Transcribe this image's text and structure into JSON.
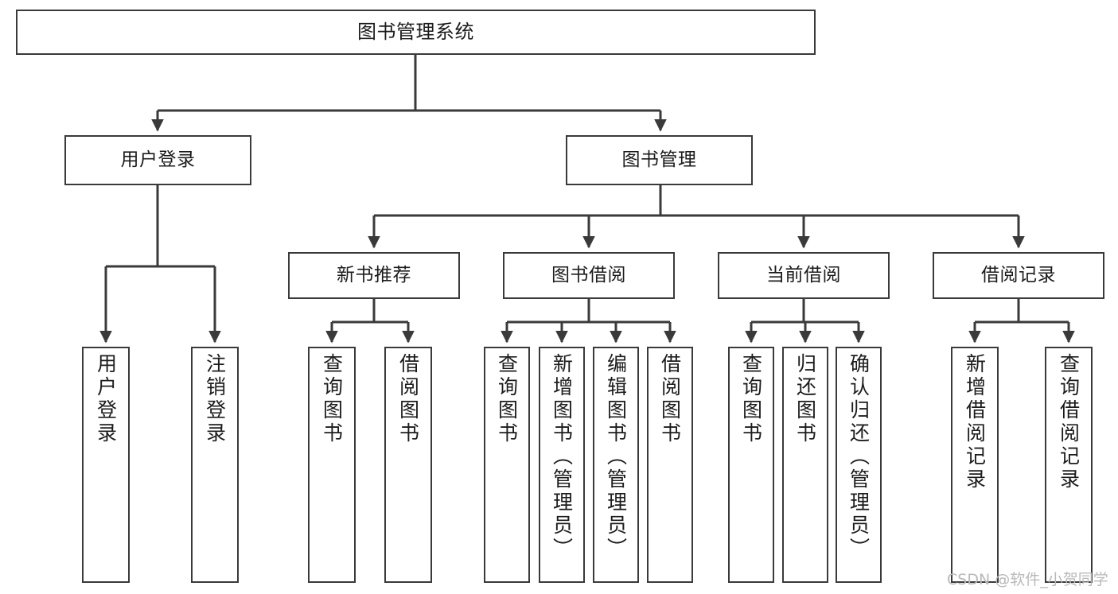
{
  "diagram": {
    "title_node": {
      "label": "图书管理系统"
    },
    "level2": [
      {
        "id": "user-login",
        "label": "用户登录"
      },
      {
        "id": "book-management",
        "label": "图书管理"
      }
    ],
    "level3": [
      {
        "id": "new-book-recommend",
        "label": "新书推荐"
      },
      {
        "id": "book-borrow",
        "label": "图书借阅"
      },
      {
        "id": "current-borrow",
        "label": "当前借阅"
      },
      {
        "id": "borrow-record",
        "label": "借阅记录"
      }
    ],
    "leaves": {
      "user_login": [
        {
          "id": "leaf-user-login",
          "label": "用户登录"
        },
        {
          "id": "leaf-logout-login",
          "label": "注销登录"
        }
      ],
      "new_book_recommend": [
        {
          "id": "leaf-query-book-1",
          "label": "查询图书"
        },
        {
          "id": "leaf-borrow-book-1",
          "label": "借阅图书"
        }
      ],
      "book_borrow": [
        {
          "id": "leaf-query-book-2",
          "label": "查询图书"
        },
        {
          "id": "leaf-add-book",
          "label": "新增图书（管理员）"
        },
        {
          "id": "leaf-edit-book",
          "label": "编辑图书（管理员）"
        },
        {
          "id": "leaf-borrow-book-2",
          "label": "借阅图书"
        }
      ],
      "current_borrow": [
        {
          "id": "leaf-query-book-3",
          "label": "查询图书"
        },
        {
          "id": "leaf-return-book",
          "label": "归还图书"
        },
        {
          "id": "leaf-confirm-return",
          "label": "确认归还（管理员）"
        }
      ],
      "borrow_record": [
        {
          "id": "leaf-add-record",
          "label": "新增借阅记录"
        },
        {
          "id": "leaf-query-record",
          "label": "查询借阅记录"
        }
      ]
    }
  },
  "watermark": {
    "text": "CSDN @软件_小贺同学"
  },
  "colors": {
    "stroke": "#3a3a3a",
    "background": "#ffffff",
    "text": "#1c1c1c",
    "watermark": "#b9b9b9"
  }
}
